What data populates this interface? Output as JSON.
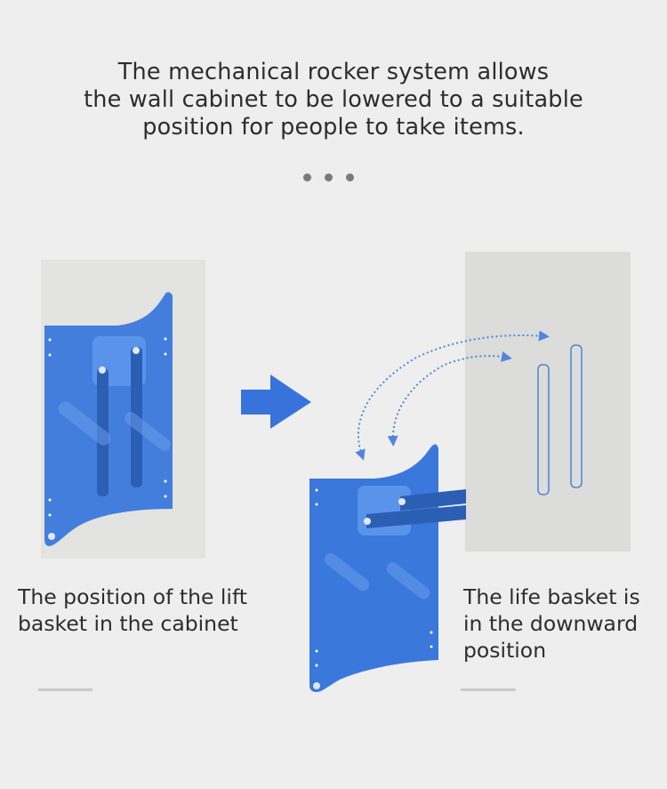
{
  "headline": {
    "line1": "The mechanical rocker system allows",
    "line2": "the wall cabinet to be lowered to a suitable",
    "line3": "position for people to take items."
  },
  "left_caption": {
    "line1": "The position of the lift",
    "line2": "basket in the cabinet"
  },
  "right_caption": {
    "line1": "The life basket is",
    "line2": "in the downward",
    "line3": "position"
  },
  "colors": {
    "background": "#eeeeee",
    "basket_blue": "#3a78dc",
    "arrow_blue": "#3873dc",
    "cabinet_gray": "#dcdcda",
    "text": "#2d2d2d"
  },
  "icons": [
    "right-arrow-icon",
    "dotted-motion-arrow-icon",
    "pagination-dots-icon"
  ]
}
